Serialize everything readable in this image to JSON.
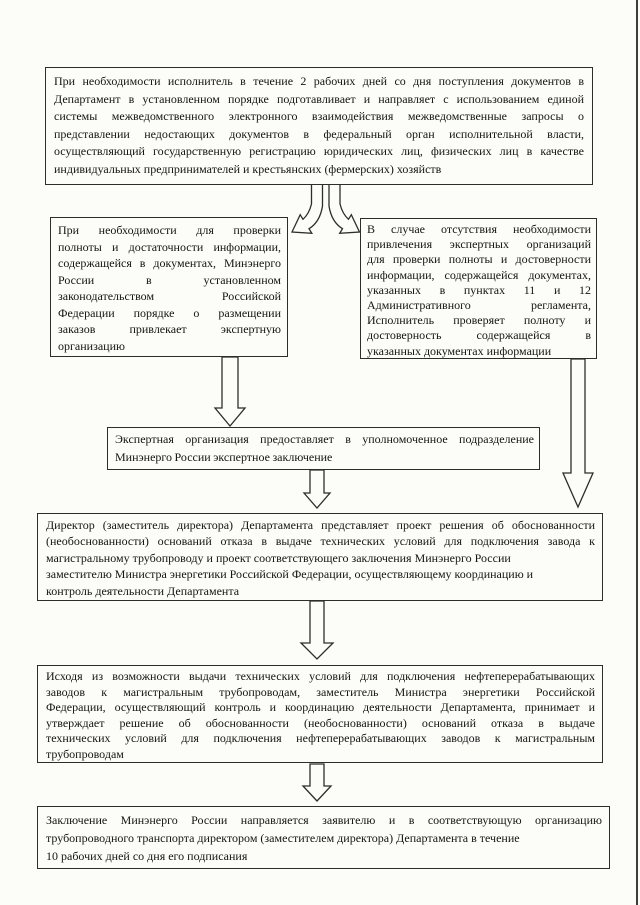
{
  "colors": {
    "paper": "#fcfcf9",
    "ink": "#141414",
    "box_border": "#2d2d2d"
  },
  "flowchart": {
    "boxes": [
      {
        "lines": [
          "При необходимости исполнитель в течение 2 рабочих дней со дня поступления документов в",
          "Департамент в установленном порядке подготавливает и направляет с использованием единой",
          "системы межведомственного электронного взаимодействия межведомственные запросы о",
          "представлении недостающих документов в федеральный орган исполнительной власти,",
          "осуществляющий государственную регистрацию юридических лиц, физических лиц в качестве",
          "индивидуальных предпринимателей и крестьянских (фермерских) хозяйств"
        ]
      },
      {
        "lines": [
          "При необходимости для проверки",
          "полноты и достаточности информации,",
          "содержащейся в документах, Минэнерго",
          "России в установленном",
          "законодательством Российской",
          "Федерации порядке о размещении",
          "заказов привлекает экспертную",
          "организацию"
        ]
      },
      {
        "lines": [
          "В случае отсутствия необходимости",
          "привлечения экспертных организаций",
          "для проверки полноты и достоверности",
          "информации, содержащейся документах,",
          "указанных в пунктах 11 и 12",
          "Административного регламента,",
          "Исполнитель проверяет полноту и",
          "достоверность содержащейся в",
          "указанных документах информации"
        ]
      },
      {
        "lines": [
          "Экспертная организация предоставляет в уполномоченное подразделение",
          "Минэнерго России экспертное заключение"
        ]
      },
      {
        "lines": [
          "Директор (заместитель директора) Департамента представляет проект решения об обоснованности",
          "(необоснованности) оснований отказа в выдаче технических условий для подключения завода к",
          "магистральному трубопроводу и проект соответствующего заключения Минэнерго России",
          "заместителю Министра энергетики Российской Федерации, осуществляющему координацию и",
          "контроль деятельности Департамента"
        ]
      },
      {
        "lines": [
          "Исходя из возможности выдачи технических условий для подключения нефтеперерабатывающих",
          "заводов к магистральным трубопроводам, заместитель Министра энергетики Российской",
          "Федерации, осуществляющий контроль и координацию деятельности Департамента, принимает и",
          "утверждает решение об обоснованности (необоснованности) оснований отказа в выдаче",
          "технических условий для подключения нефтеперерабатывающих заводов к магистральным",
          "трубопроводам"
        ]
      },
      {
        "lines": [
          "Заключение Минэнерго России направляется заявителю и в соответствующую организацию",
          "трубопроводного транспорта директором (заместителем директора) Департамента в течение",
          "10 рабочих дней со дня его подписания"
        ]
      }
    ]
  }
}
